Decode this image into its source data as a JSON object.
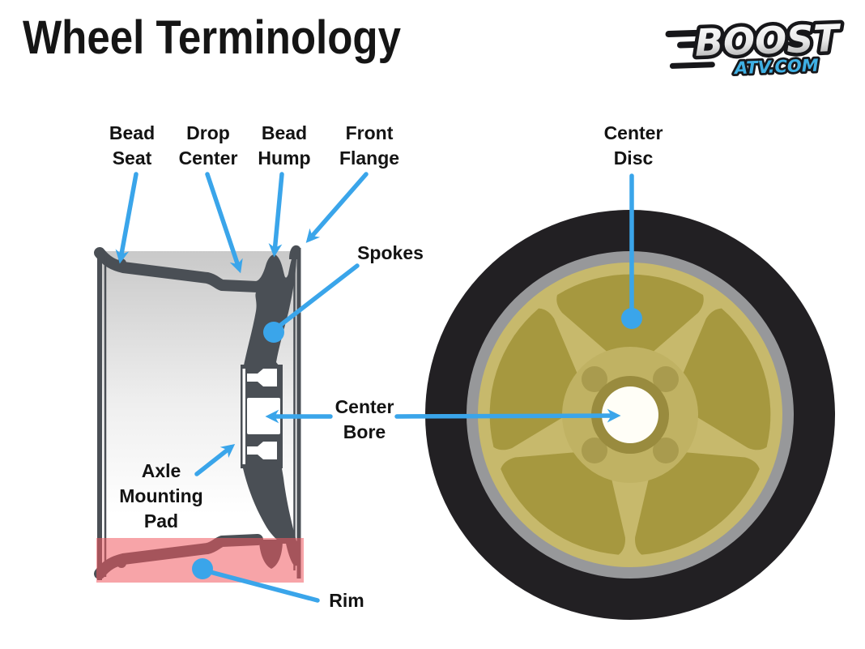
{
  "header": {
    "title": "Wheel Terminology"
  },
  "logo": {
    "primary": "BOOST",
    "secondary": "ATV.COM"
  },
  "labels": [
    {
      "id": "bead-seat",
      "lines": [
        "Bead",
        "Seat"
      ]
    },
    {
      "id": "drop-center",
      "lines": [
        "Drop",
        "Center"
      ]
    },
    {
      "id": "bead-hump",
      "lines": [
        "Bead",
        "Hump"
      ]
    },
    {
      "id": "front-flange",
      "lines": [
        "Front",
        "Flange"
      ]
    },
    {
      "id": "center-disc",
      "lines": [
        "Center",
        "Disc"
      ]
    },
    {
      "id": "spokes",
      "lines": [
        "Spokes"
      ]
    },
    {
      "id": "center-bore",
      "lines": [
        "Center",
        "Bore"
      ]
    },
    {
      "id": "axle-mounting-pad",
      "lines": [
        "Axle",
        "Mounting",
        "Pad"
      ]
    },
    {
      "id": "rim",
      "lines": [
        "Rim"
      ]
    }
  ],
  "colors": {
    "arrow_blue": "#3aa5ea",
    "outline": "#4a4f55",
    "tire": "#222023",
    "ring_gray": "#97989a",
    "wheel_gold": "#c7b96c",
    "wheel_gold_dark": "#a6983f",
    "hub_gold": "#c0b263",
    "lug_gold": "#a99b4e",
    "bore_ring_gold": "#998b3e",
    "rim_highlight": "rgba(240,90,97,0.55)",
    "logo_blue": "#3fb0e4"
  }
}
